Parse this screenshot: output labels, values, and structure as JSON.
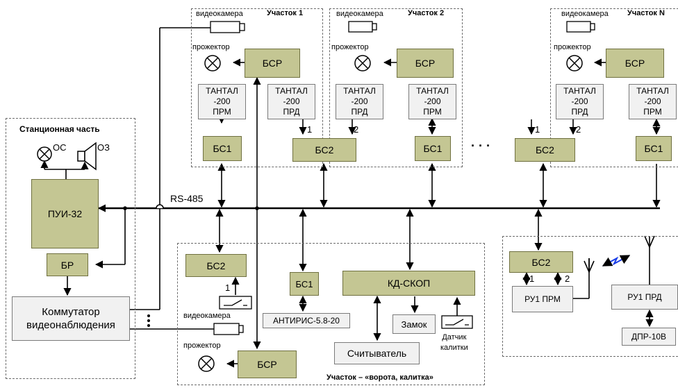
{
  "colors": {
    "olive_fill": "#c4c693",
    "gray_fill": "#f1f1f1",
    "line": "#000000",
    "signal": "#1a3ee8"
  },
  "station": {
    "title": "Станционная часть",
    "lamp_label": "ОС",
    "speaker_label": "ОЗ",
    "pui": "ПУИ-32",
    "br": "БР",
    "switch": "Коммутатор\nвидеонаблюдения"
  },
  "bus": {
    "label": "RS-485"
  },
  "common": {
    "videocamera": "видеокамера",
    "projector": "прожектор",
    "bsr": "БСР",
    "bs1": "БС1",
    "bs2": "БС2",
    "tantal_prm": "ТАНТАЛ\n-200\nПРМ",
    "tantal_prd": "ТАНТАЛ\n-200\nПРД",
    "port1": "1",
    "port2": "2",
    "ellipsis": "· · ·"
  },
  "sections": {
    "s1": "Участок 1",
    "s2": "Участок 2",
    "sn": "Участок N",
    "gate": "Участок – «ворота, калитка»"
  },
  "gate": {
    "kd": "КД-СКОП",
    "antiris": "АНТИРИС-5.8-20",
    "lock": "Замок",
    "reader": "Считыватель",
    "sensor": "Датчик\nкалитки"
  },
  "radio": {
    "ru1_prm": "РУ1  ПРМ",
    "ru1_prd": "РУ1 ПРД",
    "dpr": "ДПР-10В"
  }
}
